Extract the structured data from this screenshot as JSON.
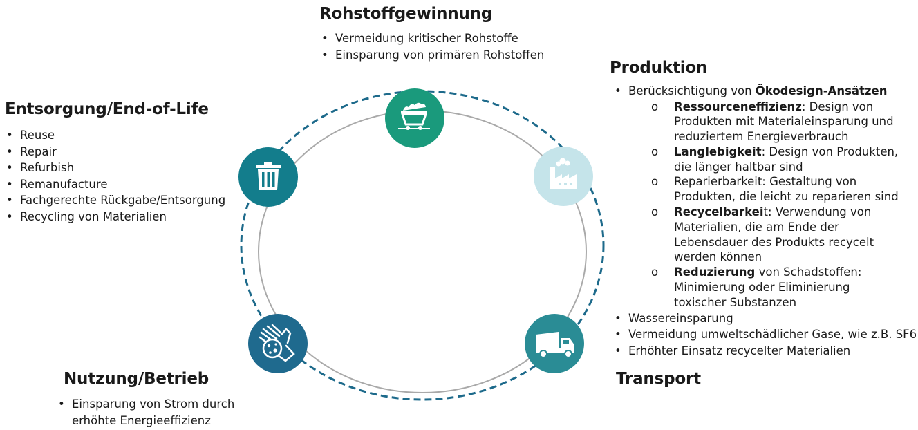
{
  "colors": {
    "raw": "#1a9a7c",
    "production": "#c5e4ea",
    "transport": "#2a8c95",
    "use": "#1f6a8e",
    "disposal": "#137d8c",
    "dashed_ring": "#1d6a8b",
    "inner_ring": "#a9a9a9"
  },
  "raw": {
    "title": "Rohstoffgewinnung",
    "icon": "mine-cart-icon",
    "items": [
      "Vermeidung kritischer Rohstoffe",
      "Einsparung von primären Rohstoffen"
    ]
  },
  "production": {
    "title": "Produktion",
    "icon": "factory-icon",
    "intro_prefix": "Berücksichtigung von ",
    "intro_bold": "Ökodesign-Ansätzen",
    "sub": [
      {
        "bold": "Ressourceneffizienz",
        "text": ": Design von Produkten mit Materialeinsparung und reduziertem Energieverbrauch"
      },
      {
        "bold": "Langlebigkeit",
        "text": ": Design von Produkten, die länger haltbar sind"
      },
      {
        "bold": "",
        "text": "Reparierbarkeit: Gestaltung von Produkten, die leicht zu reparieren sind"
      },
      {
        "bold": "Recycelbarkei",
        "text": "t: Verwendung von Materialien, die am Ende der Lebensdauer des Produkts recycelt werden können"
      },
      {
        "bold": "Reduzierung",
        "text": " von Schadstoffen: Minimierung oder Eliminierung toxischer Substanzen"
      }
    ],
    "items": [
      "Wassereinsparung",
      "Vermeidung umweltschädlicher Gase, wie z.B. SF6",
      "Erhöhter Einsatz recycelter Materialien"
    ]
  },
  "transport": {
    "title": "Transport",
    "icon": "dump-truck-icon"
  },
  "use": {
    "title": "Nutzung/Betrieb",
    "icon": "hand-bacteria-icon",
    "items": [
      "Einsparung von Strom durch erhöhte Energieeffizienz"
    ]
  },
  "disposal": {
    "title": "Entsorgung/End-of-Life",
    "icon": "trash-can-icon",
    "items": [
      "Reuse",
      "Repair",
      "Refurbish",
      "Remanufacture",
      "Fachgerechte Rückgabe/Entsorgung",
      "Recycling von Materialien"
    ]
  }
}
